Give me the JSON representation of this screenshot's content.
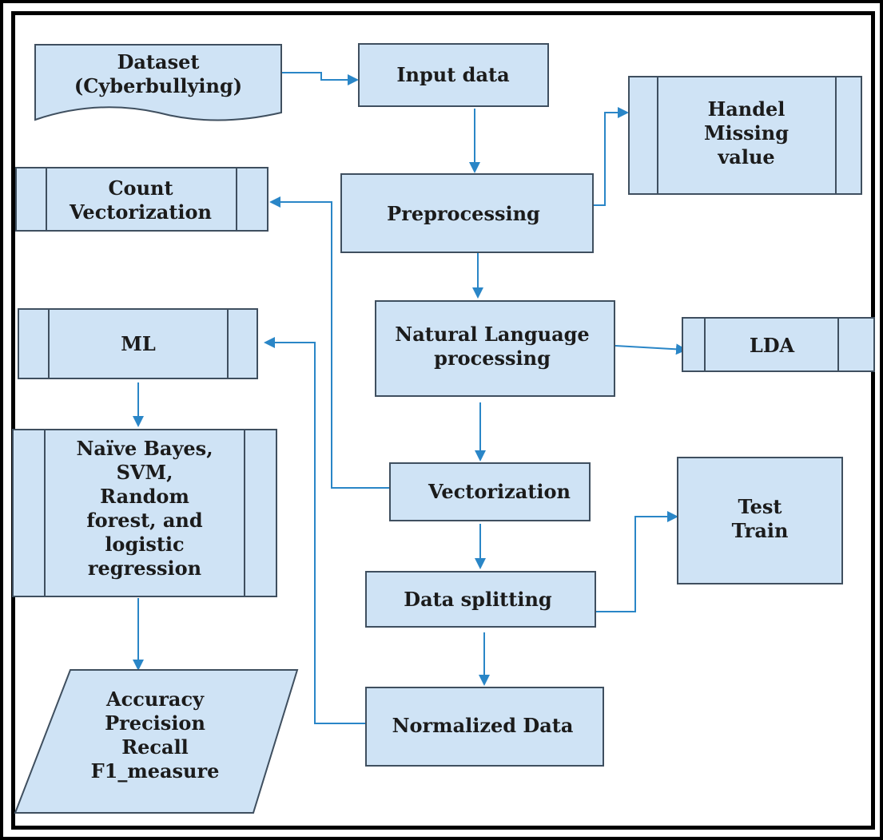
{
  "nodes": {
    "dataset": [
      "Dataset",
      "(Cyberbullying)"
    ],
    "input_data": [
      "Input data"
    ],
    "handel_missing": [
      "Handel",
      "Missing",
      "value"
    ],
    "count_vectorization": [
      "Count",
      "Vectorization"
    ],
    "preprocessing": [
      "Preprocessing"
    ],
    "nlp": [
      "Natural Language",
      "processing"
    ],
    "lda": [
      "LDA"
    ],
    "ml": [
      "ML"
    ],
    "algorithms": [
      "Naïve Bayes,",
      "SVM,",
      "Random",
      "forest, and",
      "logistic",
      "regression"
    ],
    "vectorization": [
      "Vectorization"
    ],
    "test_train": [
      "Test",
      "Train"
    ],
    "data_splitting": [
      "Data splitting"
    ],
    "metrics": [
      "Accuracy",
      "Precision",
      "Recall",
      "F1_measure"
    ],
    "normalized_data": [
      "Normalized Data"
    ]
  },
  "colors": {
    "box_fill": "#cfe3f5",
    "box_stroke": "#3f4f5f",
    "arrow": "#2a86c7",
    "text": "#1b1b1b"
  }
}
